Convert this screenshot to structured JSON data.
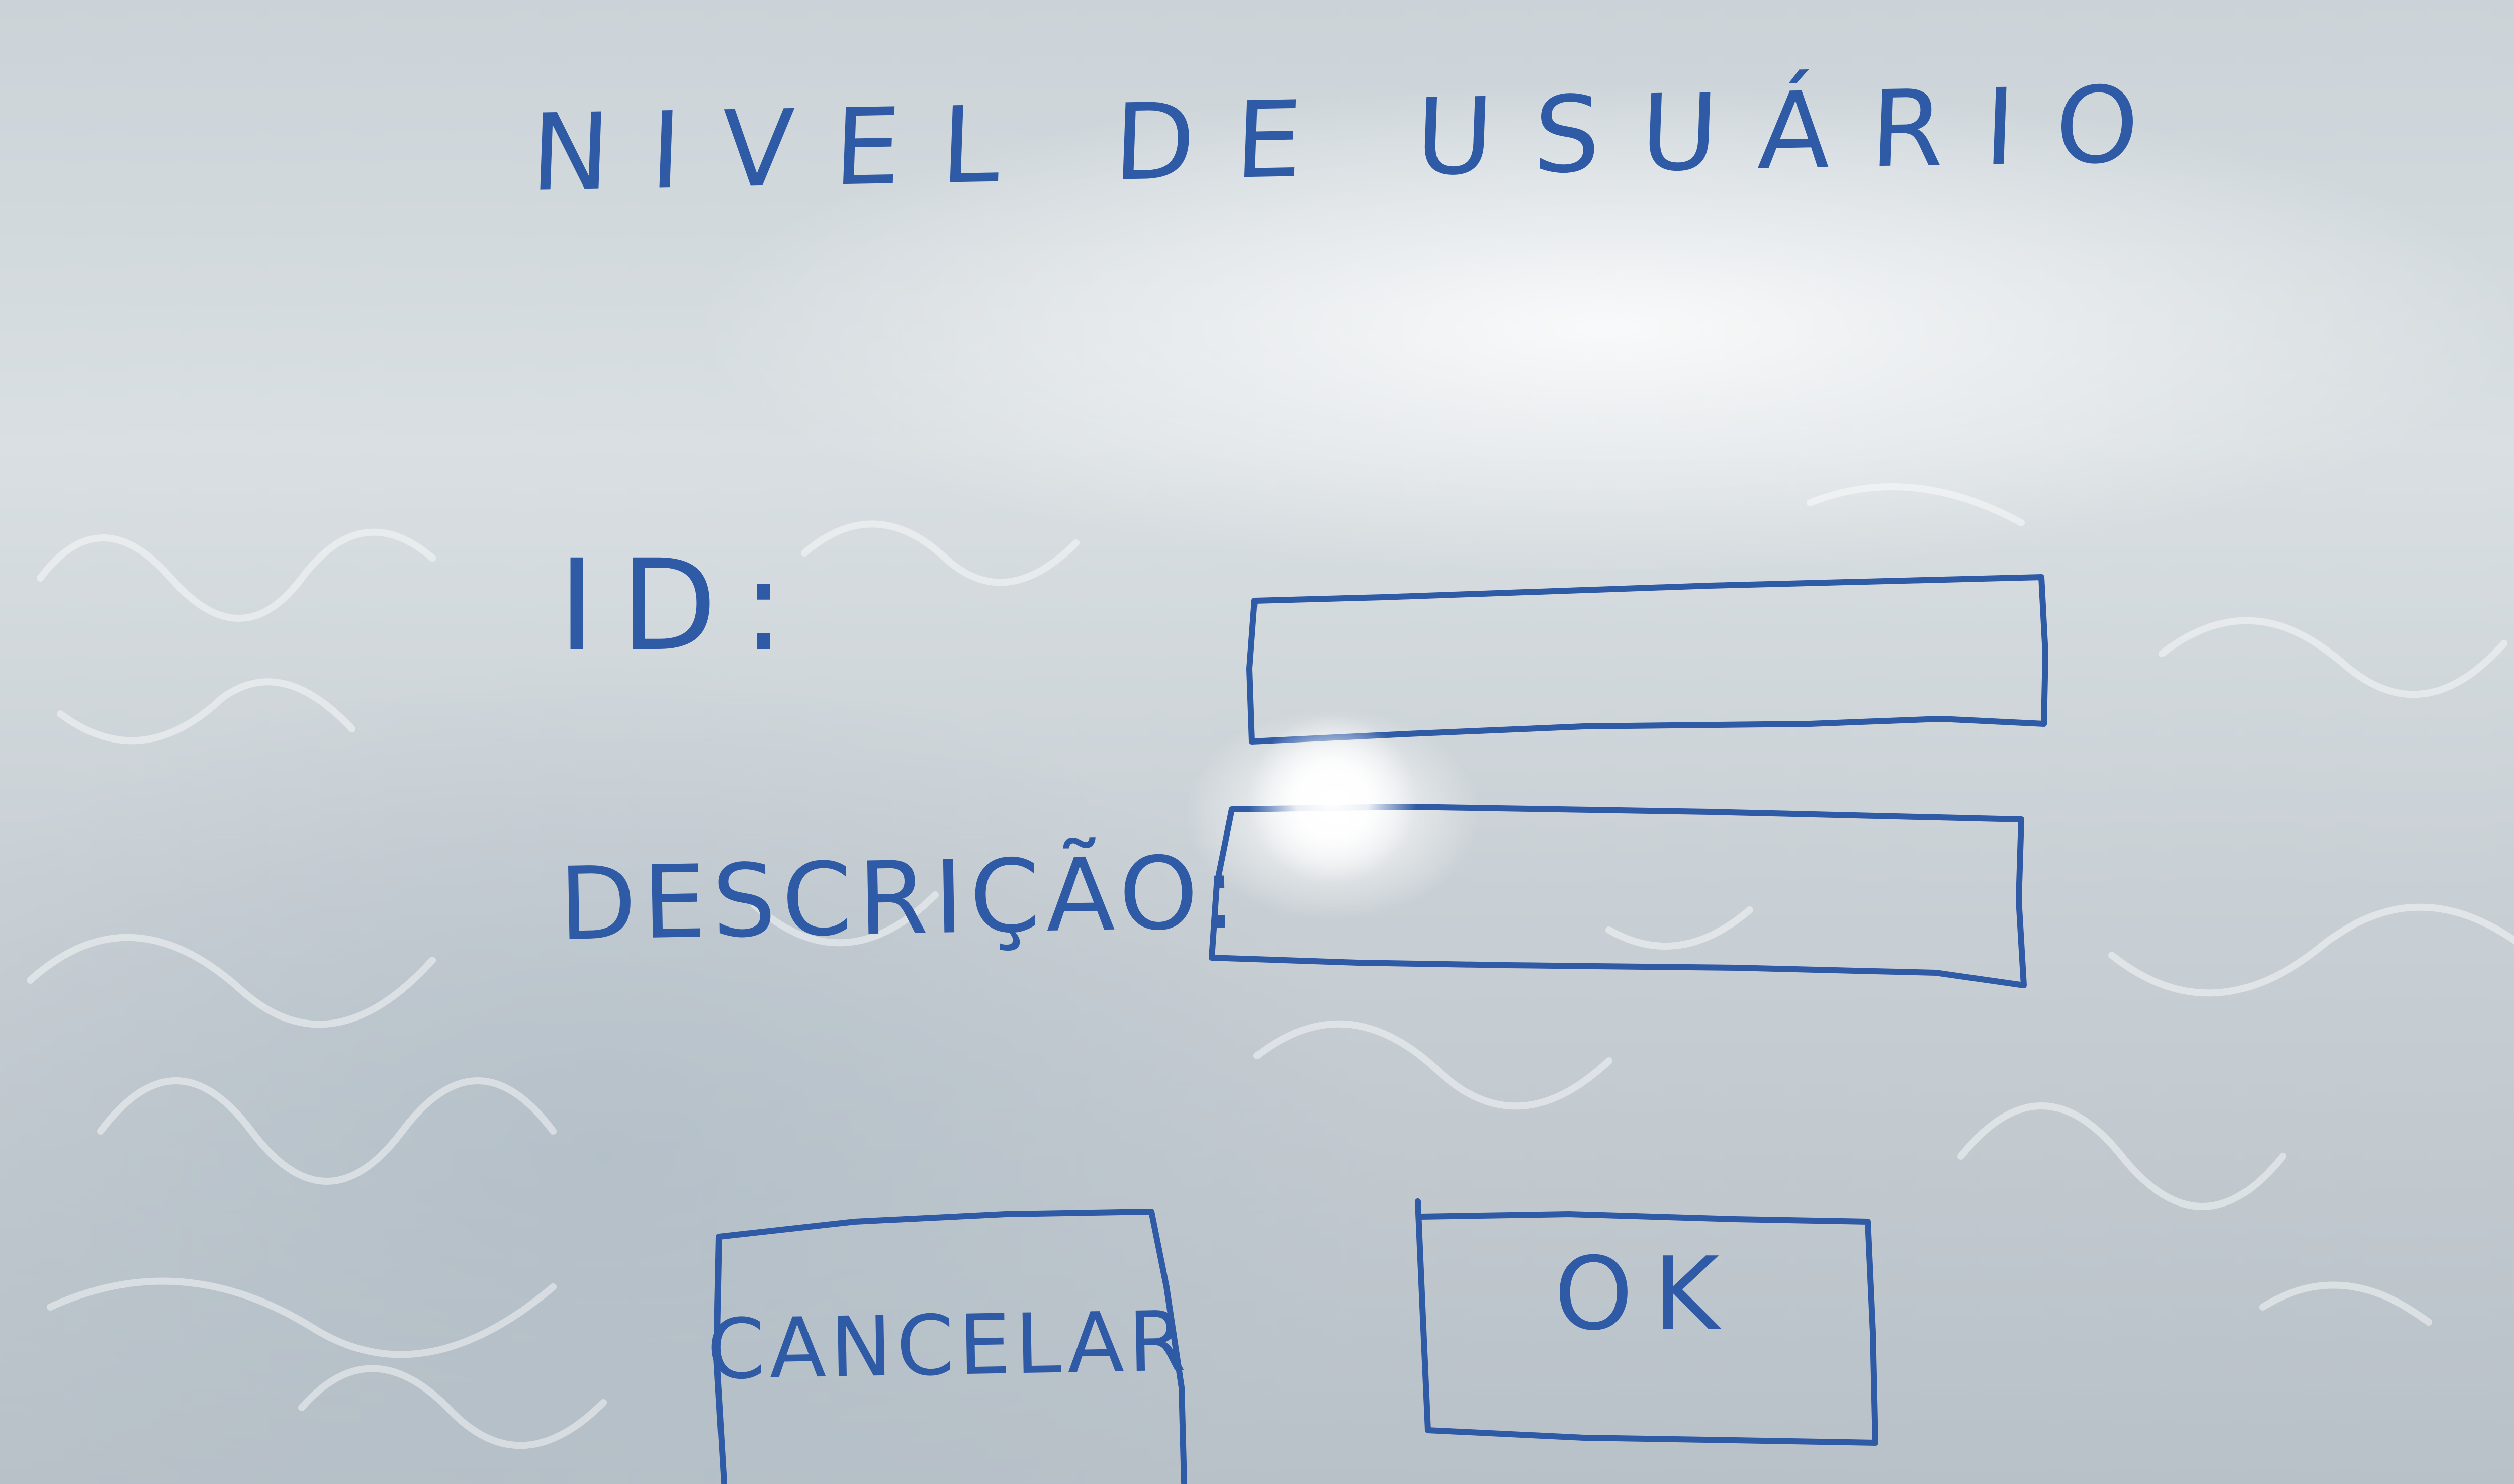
{
  "screen": {
    "title": "NIVEL DE USUÁRIO",
    "fields": {
      "id_label": "ID:",
      "id_value": "",
      "description_label": "DESCRIÇÃO:",
      "description_value": ""
    },
    "buttons": {
      "cancel_label": "CANCELAR",
      "ok_label": "OK"
    }
  },
  "colors": {
    "ink": "#2f5aa6",
    "board": "#d3dadf"
  }
}
